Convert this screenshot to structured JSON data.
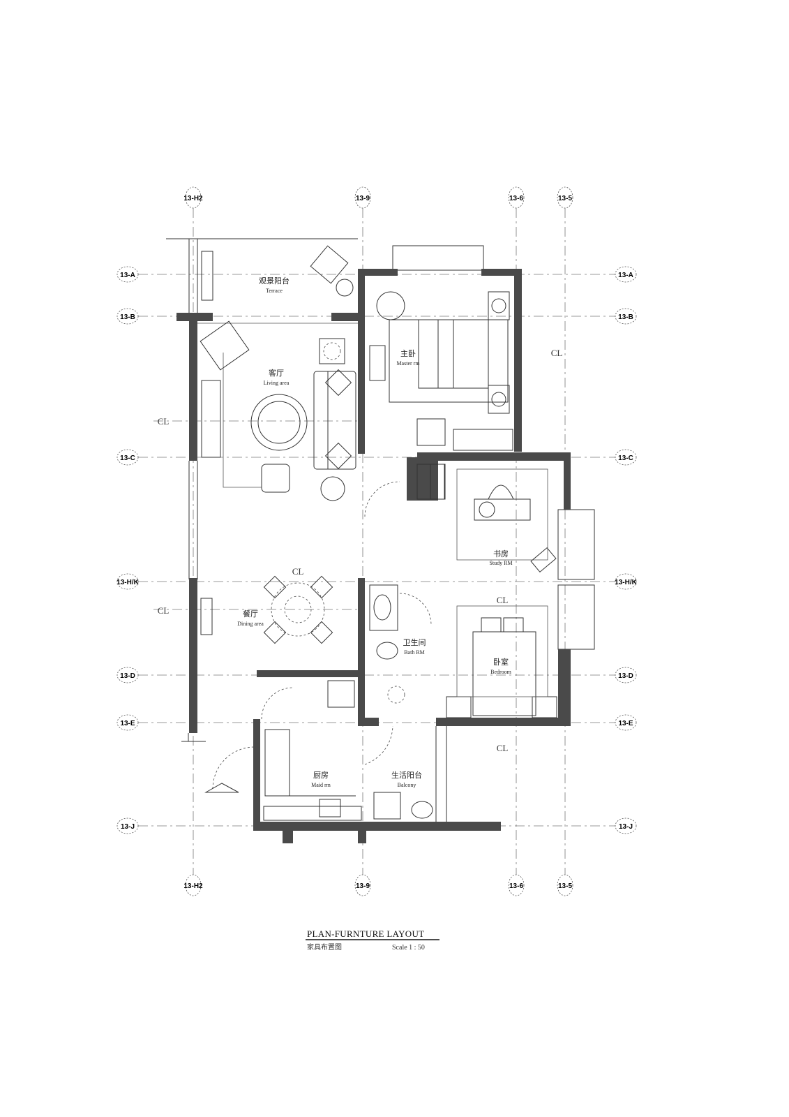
{
  "grid": {
    "columns": [
      "13-H2",
      "13-9",
      "13-6",
      "13-5"
    ],
    "rows": [
      "13-A",
      "13-B",
      "13-C",
      "13-H/K",
      "13-D",
      "13-E",
      "13-J"
    ]
  },
  "centerline_mark": "CL",
  "rooms": {
    "terrace": {
      "cn": "观景阳台",
      "en": "Terrace"
    },
    "living": {
      "cn": "客厅",
      "en": "Living area"
    },
    "master": {
      "cn": "主卧",
      "en": "Master rm"
    },
    "study": {
      "cn": "书房",
      "en": "Study RM"
    },
    "dining": {
      "cn": "餐厅",
      "en": "Dining area"
    },
    "bath": {
      "cn": "卫生间",
      "en": "Bath RM"
    },
    "bedroom": {
      "cn": "卧室",
      "en": "Bedroom"
    },
    "maid": {
      "cn": "厨房",
      "en": "Maid rm"
    },
    "balcony": {
      "cn": "生活阳台",
      "en": "Balcony"
    }
  },
  "drawing_title": {
    "title": "PLAN-FURNTURE LAYOUT",
    "subtitle_cn": "家具布置图",
    "scale": "Scale  1 : 50"
  }
}
